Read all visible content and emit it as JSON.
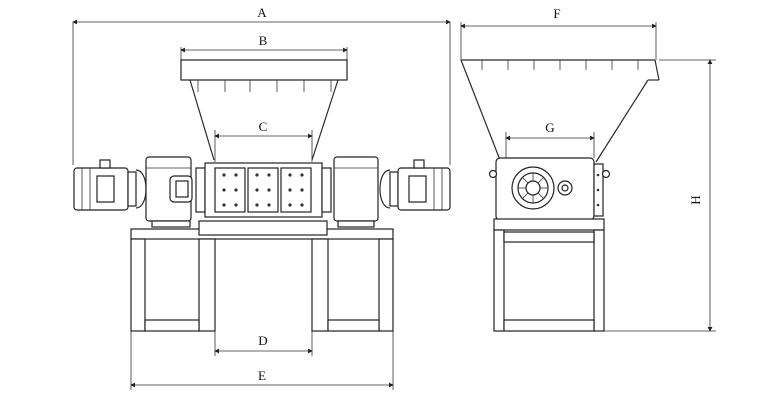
{
  "dimensions": {
    "A": "A",
    "B": "B",
    "C": "C",
    "D": "D",
    "E": "E",
    "F": "F",
    "G": "G",
    "H": "H"
  }
}
